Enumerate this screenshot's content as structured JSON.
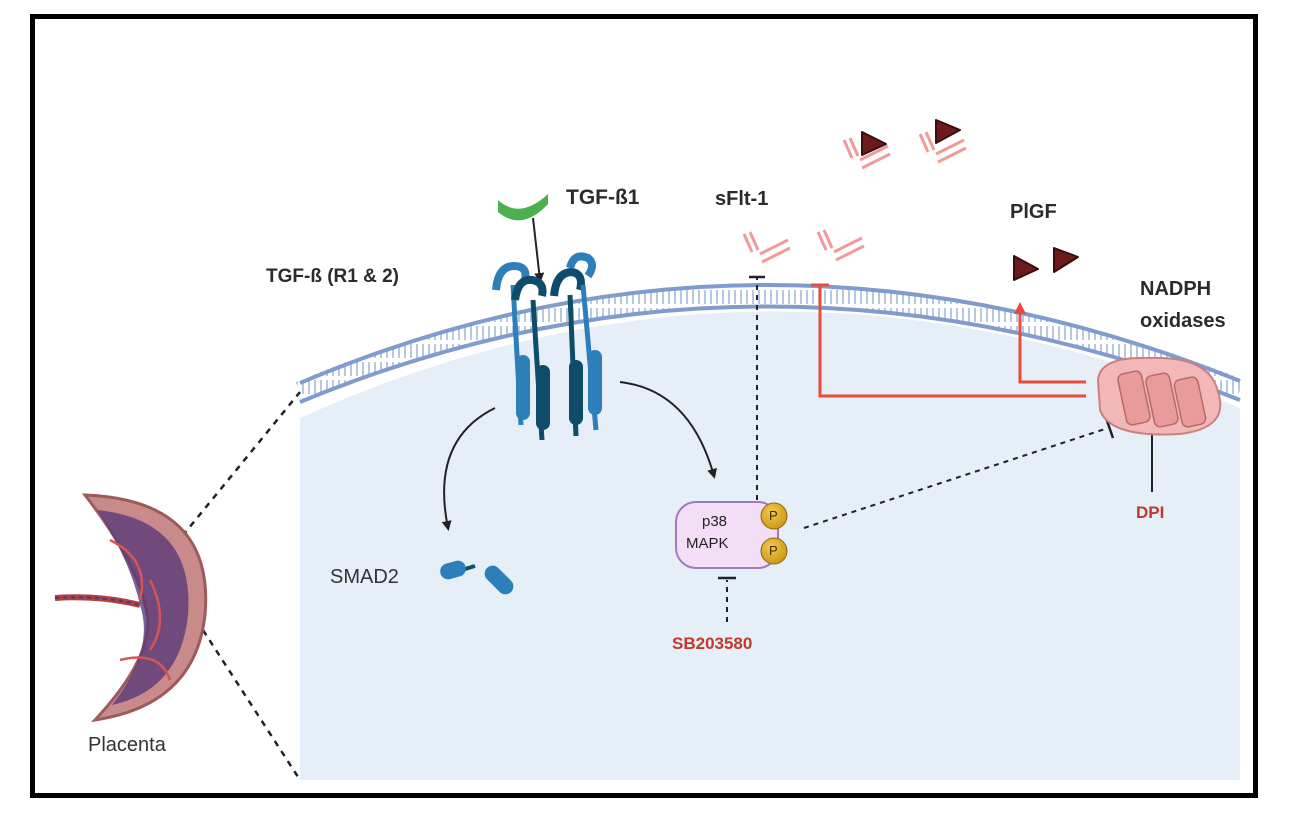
{
  "labels": {
    "tgf_b1": "TGF-ß1",
    "tgf_receptor": "TGF-ß (R1 & 2)",
    "sflt1": "sFlt-1",
    "plgf": "PlGF",
    "nadph_line1": "NADPH",
    "nadph_line2": "oxidases",
    "smad2": "SMAD2",
    "p38_line1": "p38",
    "p38_line2": "MAPK",
    "phospho": "P",
    "dpi": "DPI",
    "sb203580": "SB203580",
    "placenta": "Placenta"
  },
  "colors": {
    "cell_fill": "#e6eef8",
    "membrane": "#7f9ccc",
    "receptor_light": "#2c7fb8",
    "receptor_dark": "#0f4c69",
    "tgf_ligand": "#4caf50",
    "sflt1": "#f29a9a",
    "plgf": "#6b1b1b",
    "inhibit_red": "#e74c3c",
    "p38_fill": "#f3dff5",
    "p38_border": "#a678b8",
    "phospho": "#d4a017",
    "nadph": "#eaa3a3"
  }
}
